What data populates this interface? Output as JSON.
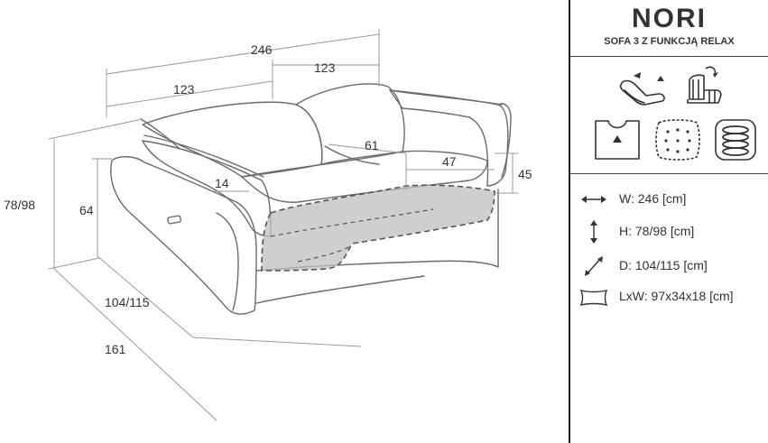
{
  "product": {
    "name": "NORI",
    "subtitle": "SOFA 3 Z FUNKCJĄ RELAX"
  },
  "dimensions": {
    "total_width": "246",
    "half_left": "123",
    "half_right": "123",
    "total_height": "78/98",
    "back_height": "64",
    "seat_depth": "61",
    "seat_height_front": "47",
    "seat_height": "45",
    "armrest_width": "14",
    "depth": "104/115",
    "depth_extended": "161"
  },
  "specs": [
    {
      "icon": "width-arrow-icon",
      "text": "W: 246 [cm]"
    },
    {
      "icon": "height-arrow-icon",
      "text": "H: 78/98 [cm]"
    },
    {
      "icon": "depth-arrow-icon",
      "text": "D: 104/115 [cm]"
    },
    {
      "icon": "pillow-icon",
      "text": "LxW: 97x34x18 [cm]"
    }
  ],
  "feature_icons": [
    "relax-position-icon",
    "recliner-mechanism-icon",
    "soft-seat-icon",
    "quilted-cushion-icon",
    "spring-icon"
  ]
}
